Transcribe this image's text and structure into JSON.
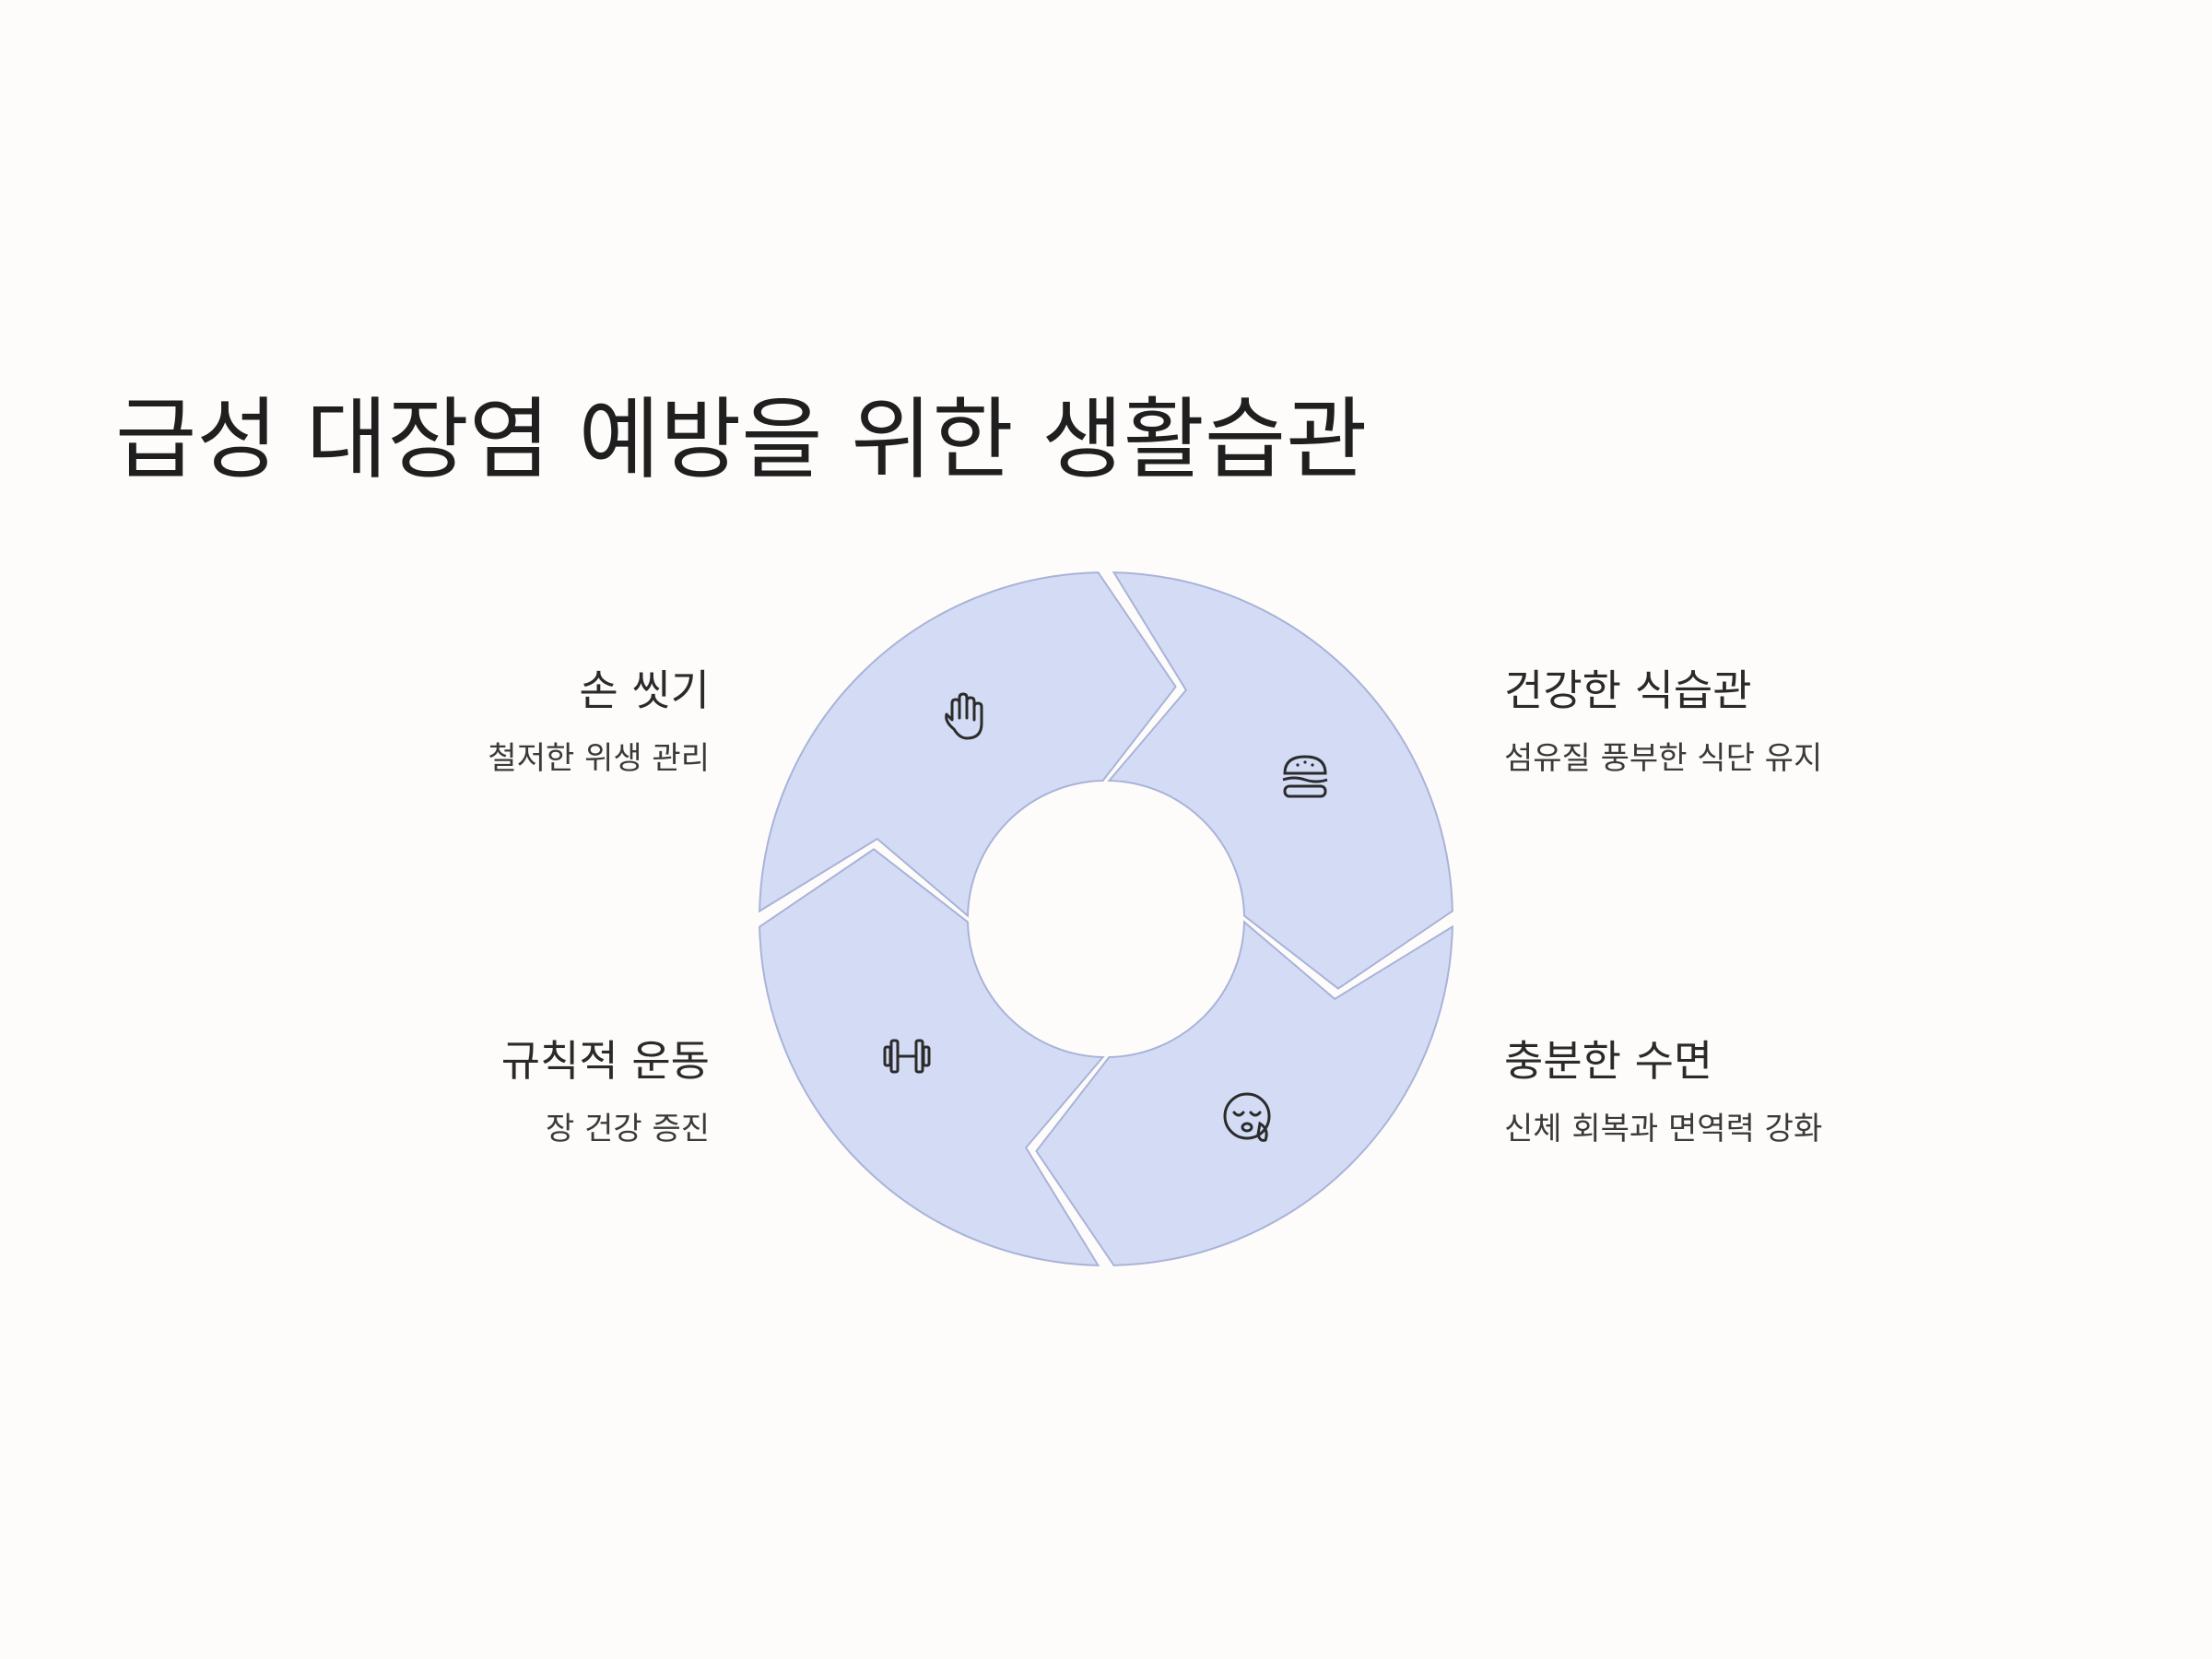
{
  "title": "급성 대장염 예방을 위한 생활습관",
  "colors": {
    "segment_fill": "#d4dcf5",
    "segment_stroke": "#a8b3d8",
    "background": "#fefcfb",
    "icon": "#2b2b2b"
  },
  "segments": [
    {
      "position": "top-left",
      "icon": "hand-icon",
      "heading": "손 씻기",
      "description": "철저한 위생 관리"
    },
    {
      "position": "top-right",
      "icon": "burger-icon",
      "heading": "건강한 식습관",
      "description": "섬유질 풍부한 식단 유지"
    },
    {
      "position": "bottom-right",
      "icon": "sleep-icon",
      "heading": "충분한 수면",
      "description": "신체 회복과 면역력 강화"
    },
    {
      "position": "bottom-left",
      "icon": "dumbbell-icon",
      "heading": "규칙적 운동",
      "description": "장 건강 증진"
    }
  ]
}
